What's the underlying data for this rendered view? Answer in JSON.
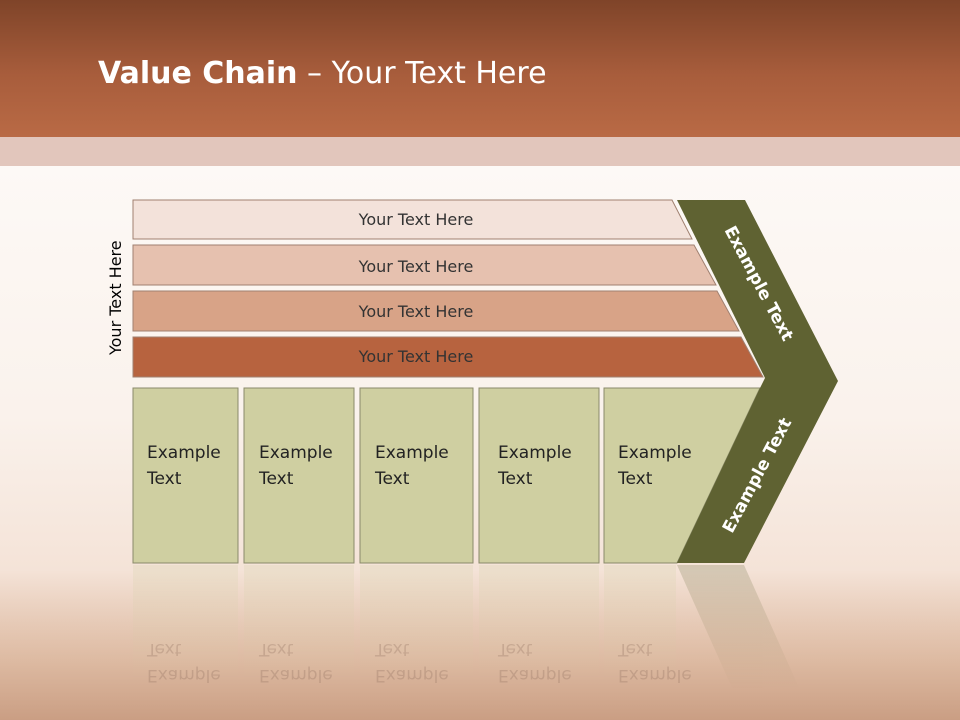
{
  "title": {
    "bold": "Value Chain",
    "rest": " – Your Text Here"
  },
  "side_label": "Your Text Here",
  "bars": [
    {
      "label": "Your Text Here",
      "fill": "#f3e2da"
    },
    {
      "label": "Your Text Here",
      "fill": "#e6c1af"
    },
    {
      "label": "Your Text Here",
      "fill": "#d8a387"
    },
    {
      "label": "Your Text Here",
      "fill": "#b7633f"
    }
  ],
  "columns": [
    {
      "label": "Example\nText"
    },
    {
      "label": "Example\nText"
    },
    {
      "label": "Example\nText"
    },
    {
      "label": "Example\nText"
    },
    {
      "label": "Example\nText"
    }
  ],
  "chevron": {
    "top_label": "Example Text",
    "bottom_label": "Example Text"
  },
  "colors": {
    "header": "#a85d3c",
    "column_fill": "#cfcfa1",
    "chevron_fill": "#5f6232",
    "outline": "#8a8a6a"
  }
}
